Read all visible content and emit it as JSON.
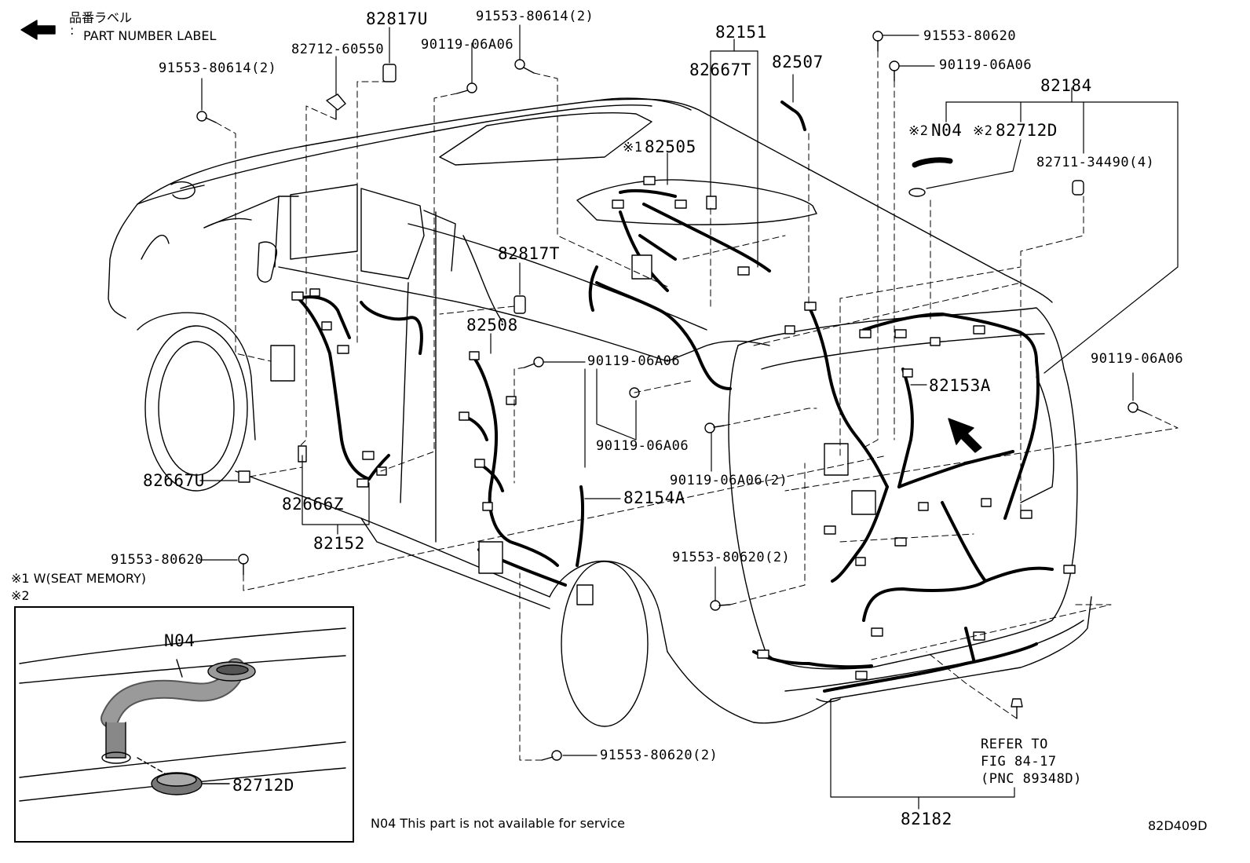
{
  "legend": {
    "arrow_icon": "left-arrow-icon",
    "jp": "品番ラベル",
    "colon": ":",
    "en": "PART NUMBER LABEL"
  },
  "parts": {
    "p82817U": "82817U",
    "p91553_80614_2_a": "91553-80614(2)",
    "p91553_80614_2_b": "91553-80614(2)",
    "p82712_60550": "82712-60550",
    "p90119_06A06_a": "90119-06A06",
    "p82151": "82151",
    "p82667T": "82667T",
    "p82507": "82507",
    "p91553_80620_a": "91553-80620",
    "p90119_06A06_b": "90119-06A06",
    "p82184": "82184",
    "p82505_mark": "※1",
    "p82505": "82505",
    "pN04_mark": "※2",
    "pN04": "N04",
    "p82712D_mark": "※2",
    "p82712D": "82712D",
    "p82711_34490_4": "82711-34490(4)",
    "p82817T": "82817T",
    "p82508": "82508",
    "p90119_06A06_c": "90119-06A06",
    "p90119_06A06_d": "90119-06A06",
    "p82153A": "82153A",
    "p90119_06A06_e": "90119-06A06",
    "p90119_06A06_2": "90119-06A06(2)",
    "p82667U": "82667U",
    "p82154A": "82154A",
    "p82666Z": "82666Z",
    "p82152": "82152",
    "p91553_80620_b": "91553-80620",
    "p91553_80620_2_a": "91553-80620(2)",
    "p91553_80620_2_b": "91553-80620(2)",
    "p82182": "82182"
  },
  "notes": {
    "note1": "※1 W(SEAT MEMORY)",
    "note2": "※2",
    "refer1": "REFER TO",
    "refer2": "FIG 84-17",
    "refer3": "(PNC 89348D)",
    "n04_service": "N04  This part is not available for service",
    "diagram_id": "82D409D"
  },
  "inset": {
    "n04": "N04",
    "p82712D": "82712D"
  }
}
